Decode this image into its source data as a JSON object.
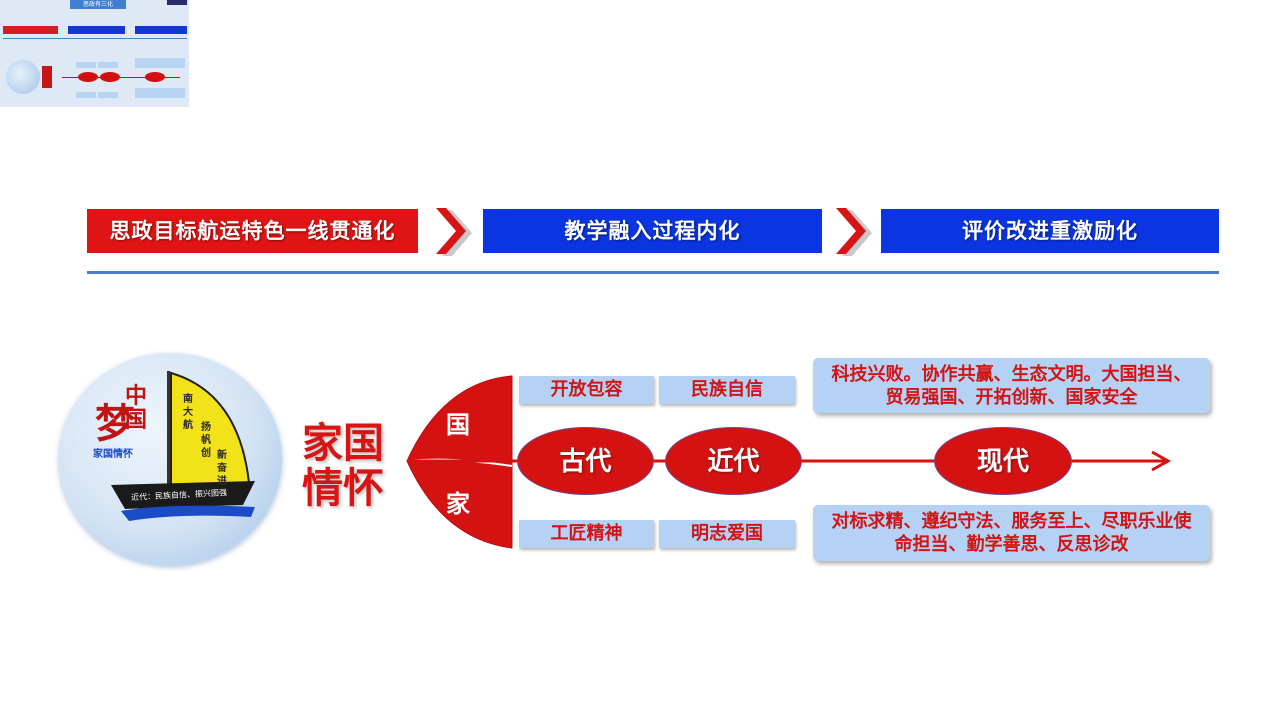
{
  "thumbnail": {
    "top_label": "思政有三化"
  },
  "banners": [
    {
      "label": "思政目标航运特色一线贯通化",
      "color": "#e01414"
    },
    {
      "label": "教学融入过程内化",
      "color": "#0a35e0"
    },
    {
      "label": "评价改进重激励化",
      "color": "#0a35e0"
    }
  ],
  "logo": {
    "char_top": "中",
    "char_mid": "国",
    "char_side": "梦",
    "caption": "家国情怀",
    "sail_text": [
      "南",
      "大",
      "航",
      "扬",
      "帆",
      "创",
      "新",
      "奋",
      "进"
    ],
    "hull_text": "近代：民族自信、振兴图强"
  },
  "main_title": {
    "line1": "家国",
    "line2": "情怀"
  },
  "leaves": {
    "top": "国",
    "bottom": "家"
  },
  "eras": [
    {
      "label": "古代"
    },
    {
      "label": "近代"
    },
    {
      "label": "现代"
    }
  ],
  "pills_top": [
    "开放包容",
    "民族自信"
  ],
  "pills_bottom": [
    "工匠精神",
    "明志爱国"
  ],
  "info_top": "科技兴败。协作共赢、生态文明。大国担当、贸易强国、开拓创新、国家安全",
  "info_bottom": "对标求精、遵纪守法、服务至上、尽职乐业使命担当、勤学善思、反思诊改",
  "colors": {
    "red": "#d41212",
    "blue": "#0a35e0",
    "light_blue": "#b5d2f4"
  }
}
